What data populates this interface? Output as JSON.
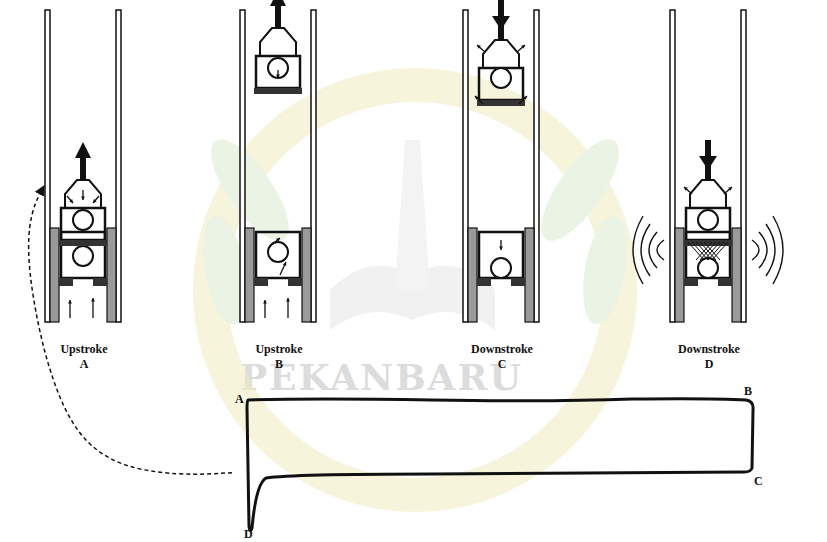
{
  "diagram": {
    "nodes": [
      {
        "text": [
          "Upstroke A"
        ]
      },
      {
        "text": [
          "Upstroke B"
        ]
      },
      {
        "text": [
          "Downstroke C"
        ]
      },
      {
        "text": [
          "Downstroke D"
        ]
      },
      {
        "text": [
          "A",
          "B",
          "C",
          "D"
        ]
      }
    ],
    "edges": [
      {
        "from": 4,
        "to": 0,
        "arrow": "to"
      }
    ],
    "labels": [
      "PEKANBARU"
    ]
  }
}
